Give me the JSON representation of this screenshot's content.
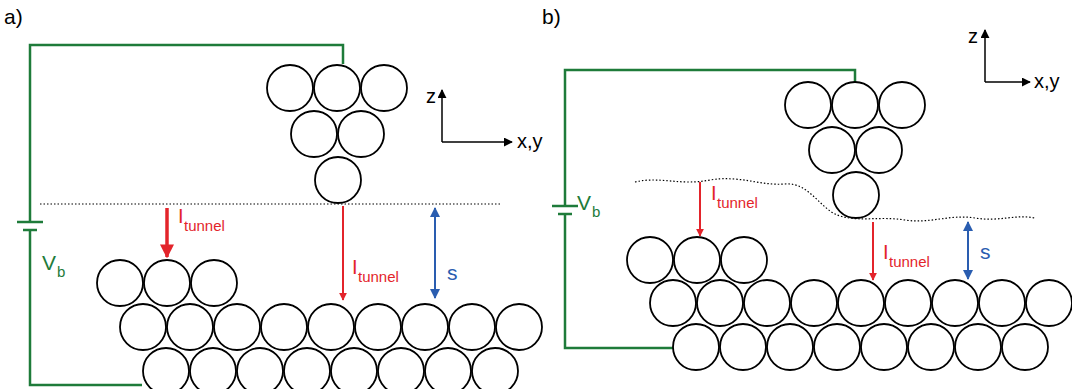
{
  "diagram": {
    "labels": [
      "a)",
      "b)",
      "z",
      "x,y",
      "z",
      "x,y",
      "V",
      "b",
      "V",
      "b",
      "I",
      "tunnel",
      "I",
      "tunnel",
      "I",
      "tunnel",
      "I",
      "tunnel",
      "s",
      "s"
    ]
  }
}
